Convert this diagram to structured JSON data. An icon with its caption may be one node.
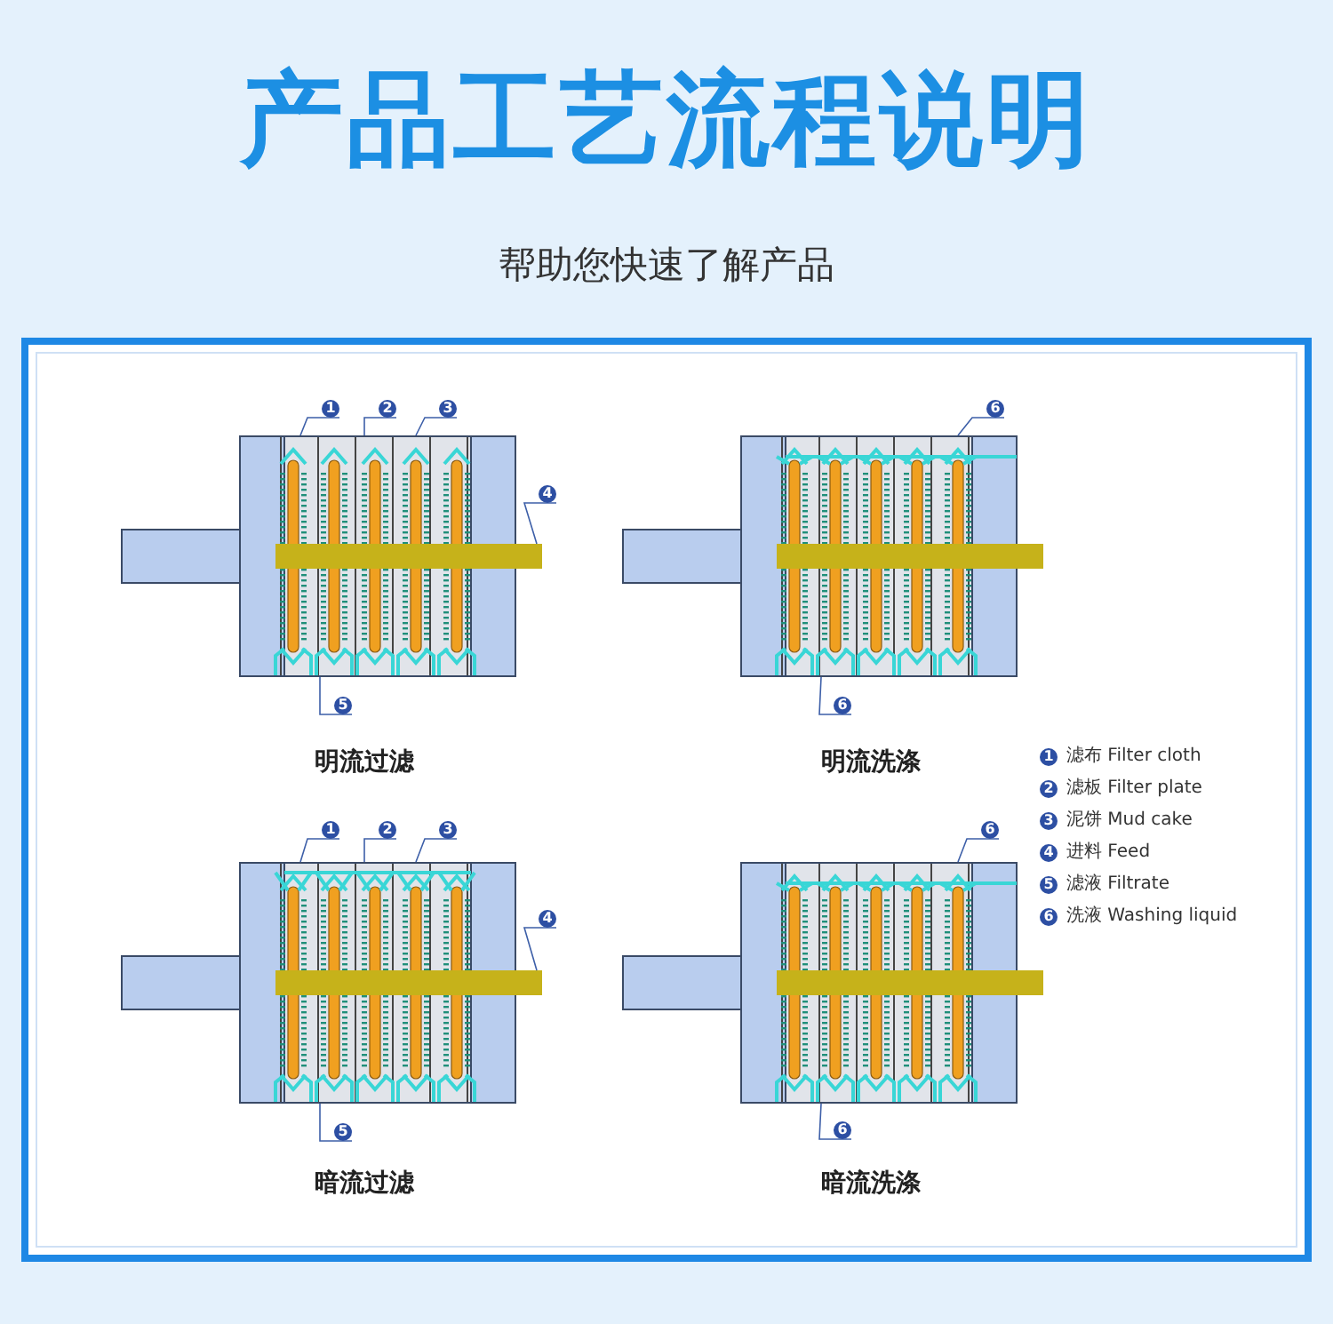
{
  "diagram": {
    "title": "产品工艺流程说明",
    "nodes": [
      {
        "text": [],
        "shape": "picture"
      },
      {
        "text": [
          "1"
        ]
      },
      {
        "text": [
          "2"
        ]
      },
      {
        "text": [
          "3"
        ]
      },
      {
        "text": [
          "4"
        ]
      },
      {
        "text": [
          "5"
        ]
      },
      {
        "text": [],
        "shape": "picture"
      },
      {
        "text": [
          "6"
        ]
      },
      {
        "text": [
          "6"
        ]
      },
      {
        "text": [],
        "shape": "picture"
      },
      {
        "text": [
          "1"
        ]
      },
      {
        "text": [
          "2"
        ]
      },
      {
        "text": [
          "3"
        ]
      },
      {
        "text": [
          "4"
        ]
      },
      {
        "text": [
          "5"
        ]
      },
      {
        "text": [],
        "shape": "picture"
      },
      {
        "text": [
          "6"
        ]
      },
      {
        "text": [
          "6"
        ]
      }
    ],
    "edges": [
      {
        "from": 1,
        "to": 0,
        "arrow": "none"
      },
      {
        "from": 2,
        "to": 0,
        "arrow": "none"
      },
      {
        "from": 3,
        "to": 0,
        "arrow": "none"
      },
      {
        "from": 4,
        "to": 0,
        "arrow": "none"
      },
      {
        "from": 5,
        "to": 0,
        "arrow": "none"
      },
      {
        "from": 7,
        "to": 6,
        "arrow": "none"
      },
      {
        "from": 8,
        "to": 6,
        "arrow": "none"
      },
      {
        "from": 10,
        "to": 9,
        "arrow": "none"
      },
      {
        "from": 11,
        "to": 9,
        "arrow": "none"
      },
      {
        "from": 12,
        "to": 9,
        "arrow": "none"
      },
      {
        "from": 13,
        "to": 9,
        "arrow": "none"
      },
      {
        "from": 14,
        "to": 9,
        "arrow": "none"
      },
      {
        "from": 16,
        "to": 15,
        "arrow": "none"
      },
      {
        "from": 17,
        "to": 15,
        "arrow": "none"
      }
    ],
    "labels": [
      "帮助您快速了解产品",
      "明流过滤",
      "明流洗涤",
      "1",
      "2",
      "3",
      "4",
      "5",
      "6",
      "暗流过滤",
      "暗流洗涤"
    ],
    "legend": [
      {
        "text": "滤布 Filter cloth"
      },
      {
        "text": "滤板 Filter plate"
      },
      {
        "text": "泥饼 Mud cake"
      },
      {
        "text": "进料 Feed"
      },
      {
        "text": "滤液 Filtrate"
      },
      {
        "text": "洗液 Washing liquid"
      }
    ]
  }
}
